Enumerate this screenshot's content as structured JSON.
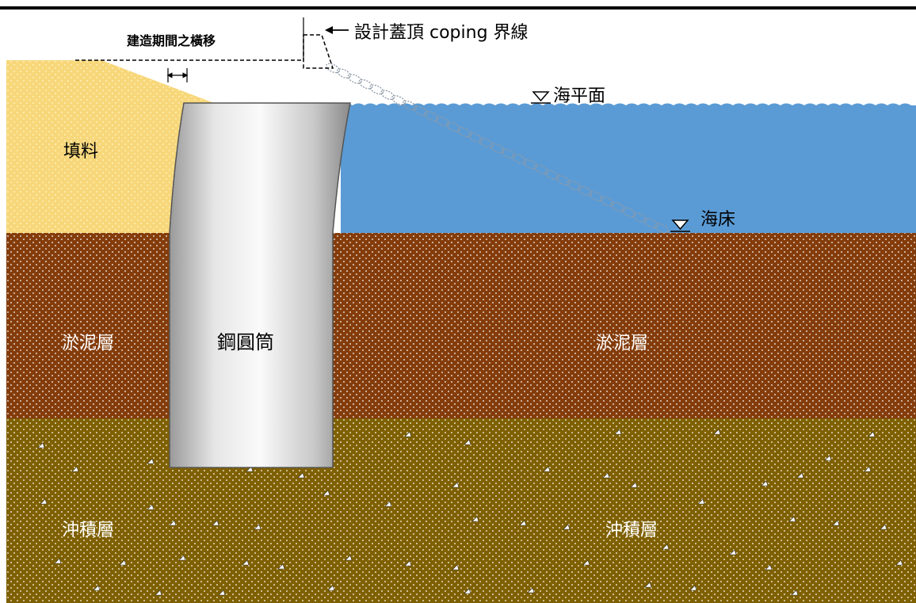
{
  "labels": {
    "displacement": "建造期間之橫移",
    "coping_line": "設計蓋頂 coping 界線",
    "sea_level": "海平面",
    "seabed": "海床",
    "fill": "填料",
    "mud_left": "淤泥層",
    "mud_right": "淤泥層",
    "cylinder": "鋼圓筒",
    "alluvium_left": "沖積層",
    "alluvium_right": "沖積層"
  },
  "icons": {
    "level_marker": "inverted-triangle-icon",
    "arrow": "left-arrow-icon"
  },
  "colors": {
    "fill": "#f7d77a",
    "water": "#5b9bd5",
    "mud": "#843c0b",
    "alluvium": "#7f6000",
    "steel_light": "#f2f2f2",
    "steel_dark": "#8c8c8c",
    "frame": "#000000"
  }
}
